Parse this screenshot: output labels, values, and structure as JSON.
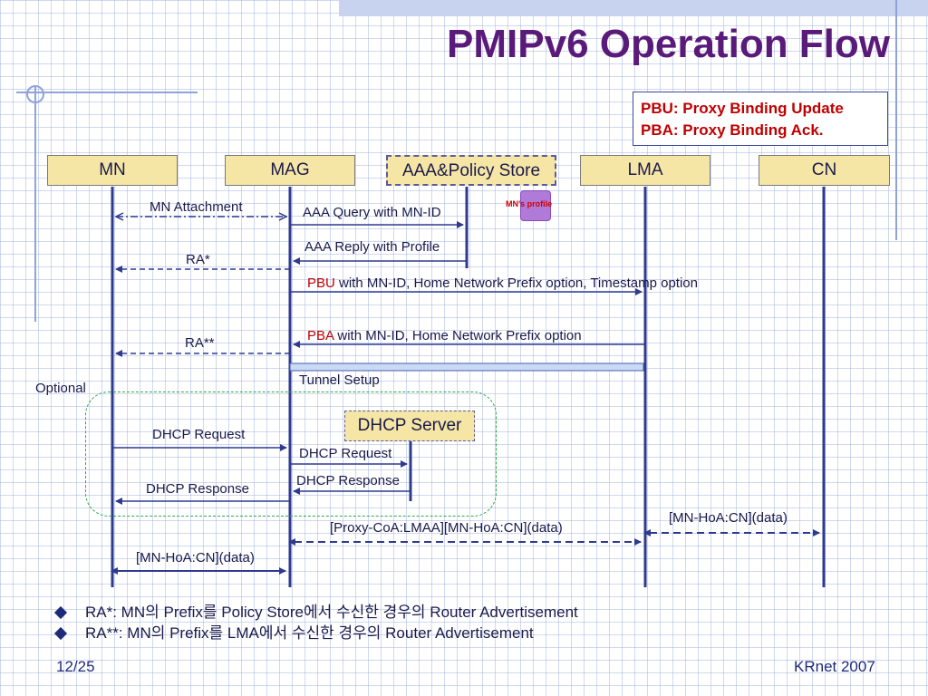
{
  "slide": {
    "title": "PMIPv6 Operation Flow",
    "legend": [
      "PBU: Proxy Binding Update",
      "PBA: Proxy Binding Ack."
    ],
    "entities": {
      "mn": "MN",
      "mag": "MAG",
      "aaa": "AAA&Policy Store",
      "lma": "LMA",
      "cn": "CN",
      "dhcp_server": "DHCP Server"
    },
    "profile_label": "MN's profile",
    "optional_label": "Optional",
    "messages": {
      "mn_attachment": "MN Attachment",
      "aaa_query": "AAA Query with MN-ID",
      "aaa_reply": "AAA Reply with Profile",
      "ra_star": "RA*",
      "pbu_keyword": "PBU",
      "pbu_rest": " with MN-ID, Home Network Prefix option, Timestamp option",
      "pba_keyword": "PBA",
      "pba_rest": " with MN-ID, Home Network Prefix option",
      "ra_dstar": "RA**",
      "tunnel_setup": "Tunnel Setup",
      "dhcp_request_mn": "DHCP Request",
      "dhcp_request_mag": "DHCP Request",
      "dhcp_response_mag": "DHCP Response",
      "dhcp_response_mn": "DHCP Response",
      "proxy_coa": "[Proxy-CoA:LMAA][MN-HoA:CN](data)",
      "lma_cn_data": "[MN-HoA:CN](data)",
      "mn_mag_data": "[MN-HoA:CN](data)"
    },
    "notes": [
      "RA*: MN의 Prefix를 Policy Store에서 수신한 경우의 Router Advertisement",
      "RA**: MN의 Prefix를 LMA에서 수신한 경우의 Router Advertisement"
    ],
    "page_number": "12/25",
    "footer_right": "KRnet 2007",
    "colors": {
      "title": "#5a1a7a",
      "accent_red": "#c00000",
      "entity_fill": "#f6e6a6",
      "lifeline": "#2f3a8f",
      "optional_border": "#2ca84a"
    }
  }
}
